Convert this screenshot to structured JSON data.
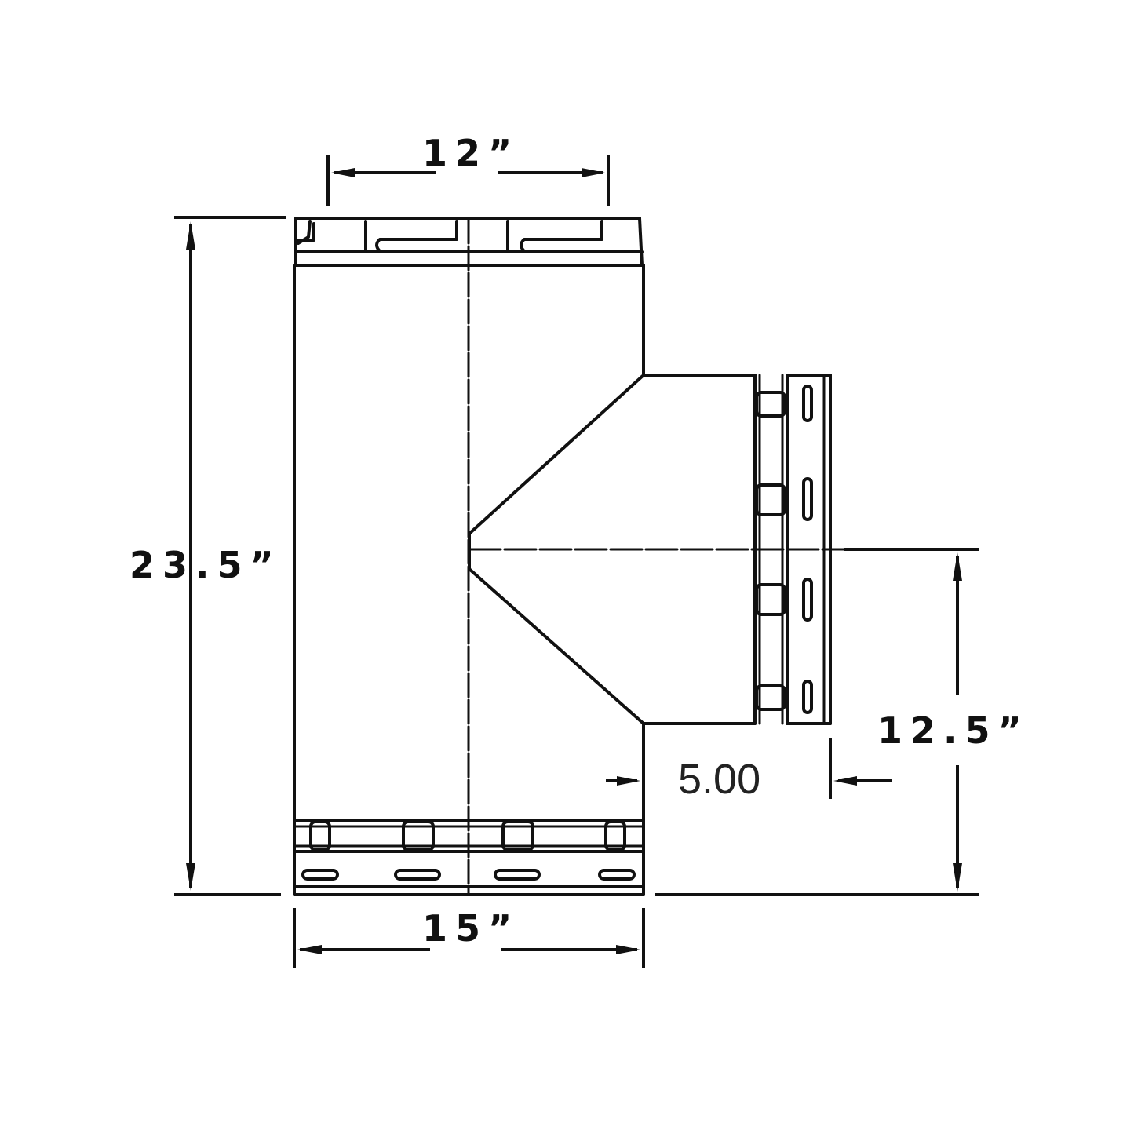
{
  "diagram": {
    "subject": "Chimney pipe tee with side branch",
    "line_color": "#111111",
    "background": "#ffffff",
    "dimensions": {
      "top_inner_width": "12”",
      "total_height": "23.5”",
      "bottom_outer_width": "15”",
      "branch_centerline_height": "12.5”",
      "branch_length": "5.00"
    }
  }
}
